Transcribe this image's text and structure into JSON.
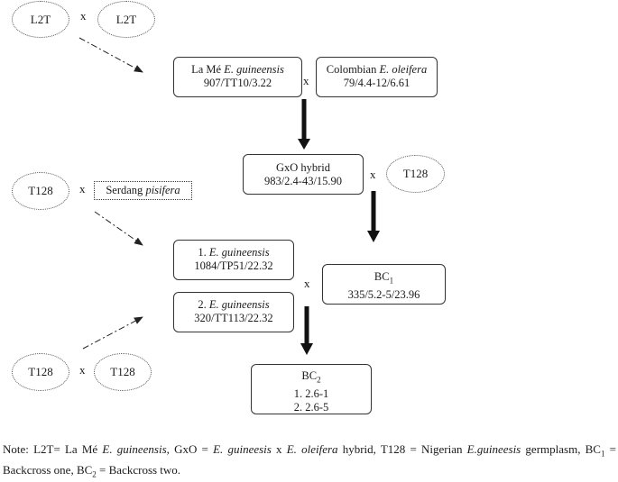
{
  "ovals": {
    "top_left": "L2T",
    "top_right": "L2T",
    "mid_right": "T128",
    "mid_left": "T128",
    "bottom_left": "T128",
    "bottom_right": "T128"
  },
  "cross_symbol": "x",
  "boxes": {
    "la_me": {
      "prefix": "La Mé ",
      "italic": "E. guineensis",
      "line2": "907/TT10/3.22"
    },
    "colombian": {
      "prefix": "Colombian ",
      "italic": "E. oleifera",
      "line2": "79/4.4-12/6.61"
    },
    "gxo": {
      "line1": "GxO hybrid",
      "line2": "983/2.4-43/15.90"
    },
    "serdang": {
      "prefix": "Serdang ",
      "italic": "pisifera"
    },
    "eg1": {
      "prefix": "1. ",
      "italic": "E. guineensis",
      "line2": "1084/TP51/22.32"
    },
    "eg2": {
      "prefix": "2. ",
      "italic": "E. guineensis",
      "line2": "320/TT113/22.32"
    },
    "bc1": {
      "main": "BC",
      "sub": "1",
      "line2": "335/5.2-5/23.96"
    },
    "bc2": {
      "main": "BC",
      "sub": "2",
      "line2": "1. 2.6-1",
      "line3": "2. 2.6-5"
    }
  },
  "note": {
    "t1": "Note: L2T= La Mé ",
    "i1": "E. guineensis,",
    "t2": " GxO = ",
    "i2": "E. guineesis",
    "t3": " x ",
    "i3": "E. oleifera",
    "t4": " hybrid, T128 = Nigerian ",
    "i4": "E.guineesis",
    "t5": " germplasm, BC",
    "s1": "1",
    "t6": " = Backcross one, BC",
    "s2": "2",
    "t7": " = Backcross two."
  }
}
